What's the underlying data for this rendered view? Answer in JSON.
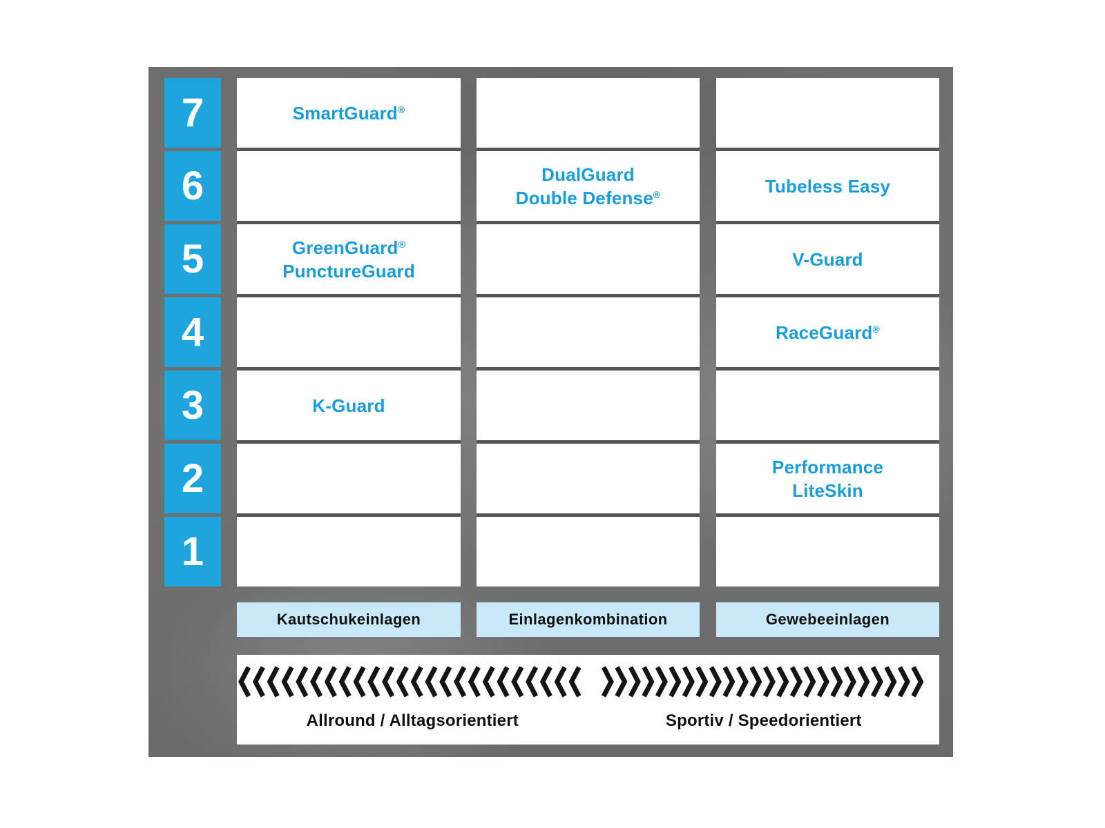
{
  "diagram": {
    "levels": [
      "7",
      "6",
      "5",
      "4",
      "3",
      "2",
      "1"
    ],
    "columns": [
      {
        "id": "kautschukeinlagen",
        "footer_label": "Kautschukeinlagen",
        "cells": [
          {
            "level": "7",
            "lines": [
              "SmartGuard®"
            ]
          },
          {
            "level": "5",
            "lines": [
              "GreenGuard®",
              "PunctureGuard"
            ]
          },
          {
            "level": "3",
            "lines": [
              "K-Guard"
            ]
          }
        ]
      },
      {
        "id": "einlagenkombination",
        "footer_label": "Einlagenkombination",
        "cells": [
          {
            "level": "6",
            "lines": [
              "DualGuard",
              "Double Defense®"
            ]
          }
        ]
      },
      {
        "id": "gewebeeinlagen",
        "footer_label": "Gewebeeinlagen",
        "cells": [
          {
            "level": "6",
            "lines": [
              "Tubeless Easy"
            ]
          },
          {
            "level": "5",
            "lines": [
              "V-Guard"
            ]
          },
          {
            "level": "4",
            "lines": [
              "RaceGuard®"
            ]
          },
          {
            "level": "2",
            "lines": [
              "Performance",
              "LiteSkin"
            ]
          }
        ]
      }
    ]
  },
  "footer": {
    "left_caption": "Allround / Alltagsorientiert",
    "right_caption": "Sportiv / Speedorientiert",
    "left_chevrons": 24,
    "right_chevrons": 24
  },
  "colors": {
    "brand_blue": "#1FA5DE",
    "cell_text_blue": "#1A9CD8",
    "column_label_bg": "#C9E8F8",
    "frame_gray": "#6E6E6E",
    "divider_gray": "#545454",
    "chevron_black": "#141414"
  }
}
